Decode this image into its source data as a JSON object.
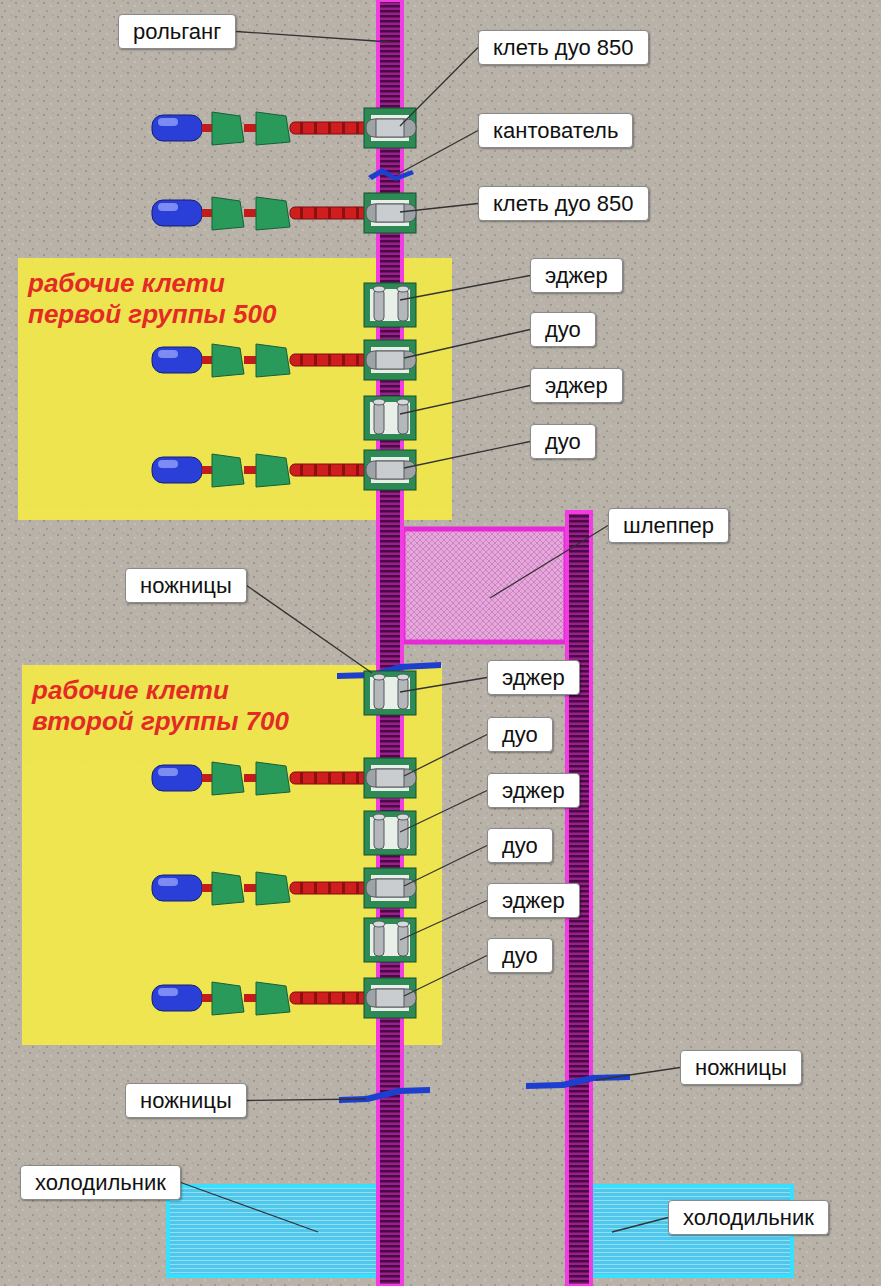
{
  "diagram": {
    "nodes": [
      {
        "text": [
          "рольганг"
        ]
      },
      {
        "text": [
          "клеть дуо 850"
        ]
      },
      {
        "text": [
          "кантователь"
        ]
      },
      {
        "text": [
          "клеть дуо 850"
        ]
      },
      {
        "text": [
          "рабочие клети первой группы 500"
        ]
      },
      {
        "text": [
          "эджер"
        ]
      },
      {
        "text": [
          "дуо"
        ]
      },
      {
        "text": [
          "эджер"
        ]
      },
      {
        "text": [
          "дуо"
        ]
      },
      {
        "text": [
          "шлеппер"
        ]
      },
      {
        "text": [
          "ножницы"
        ]
      },
      {
        "text": [
          "рабочие клети второй группы 700"
        ]
      },
      {
        "text": [
          "эджер"
        ]
      },
      {
        "text": [
          "дуо"
        ]
      },
      {
        "text": [
          "эджер"
        ]
      },
      {
        "text": [
          "дуо"
        ]
      },
      {
        "text": [
          "эджер"
        ]
      },
      {
        "text": [
          "дуо"
        ]
      },
      {
        "text": [
          "ножницы"
        ]
      },
      {
        "text": [
          "ножницы"
        ]
      },
      {
        "text": [
          "холодильник"
        ]
      },
      {
        "text": [
          "холодильник"
        ]
      }
    ]
  }
}
